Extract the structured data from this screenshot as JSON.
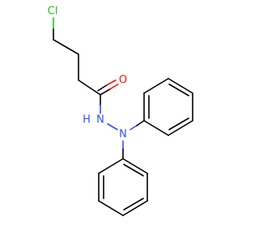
{
  "molecule": {
    "atoms": {
      "chlorine": {
        "label": "Cl",
        "color": "#1fbf1f"
      },
      "carbonyl_oxygen": {
        "label": "O",
        "color": "#ff0d0d"
      },
      "amide_nitrogen": {
        "label": "N",
        "color": "#3050f8"
      },
      "amide_hydrogen": {
        "label": "H",
        "color": "#3050f8"
      },
      "amine_nitrogen": {
        "label": "N",
        "color": "#3050f8"
      }
    },
    "bond_color": "#000000"
  }
}
